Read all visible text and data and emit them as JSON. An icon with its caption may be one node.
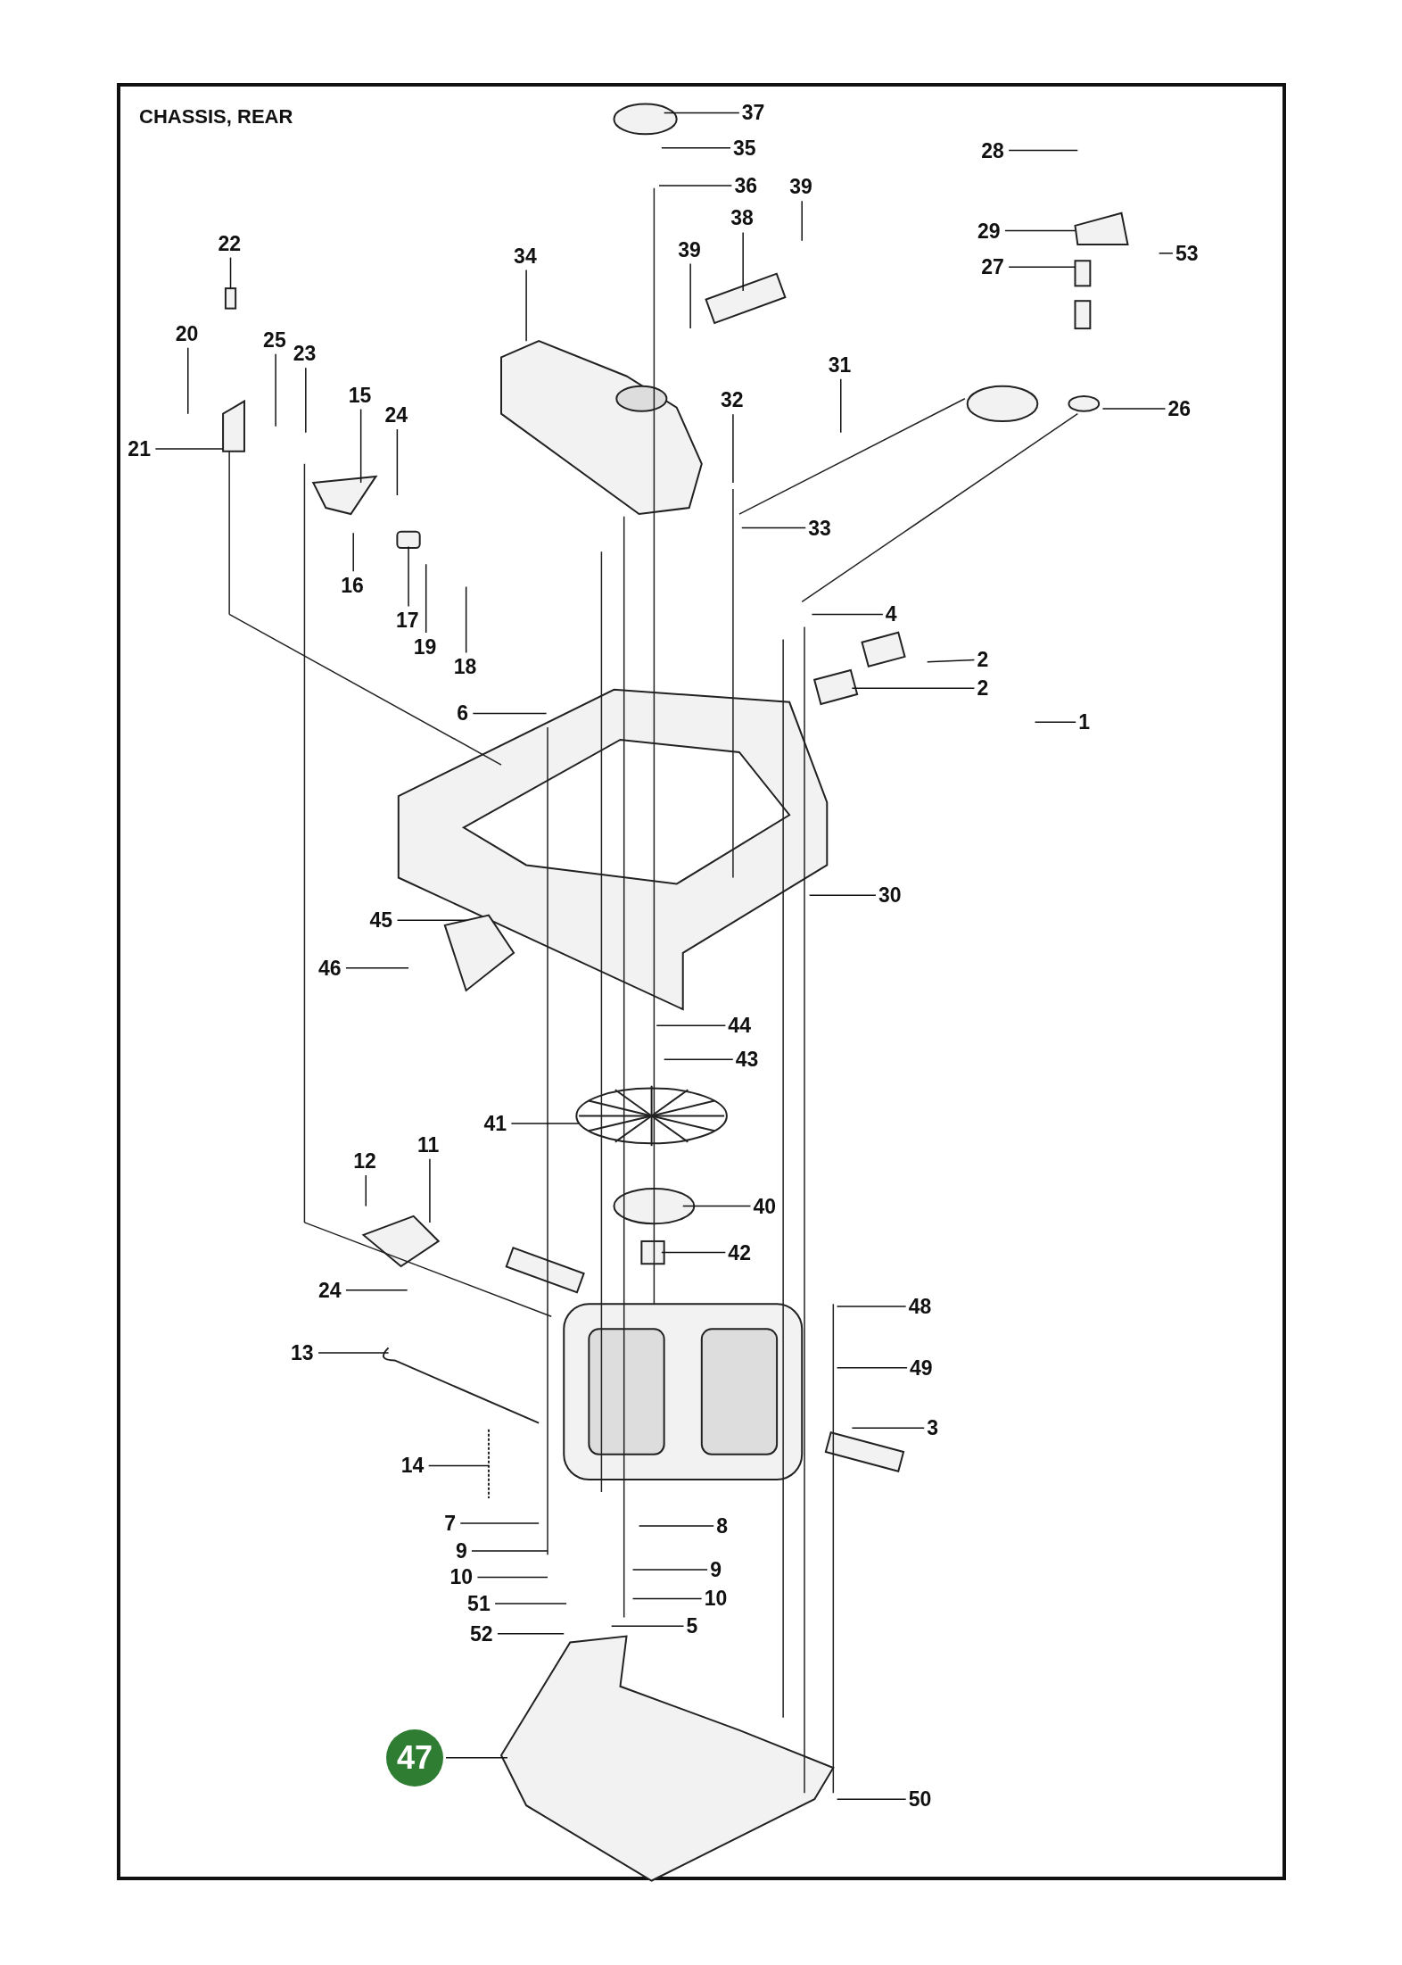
{
  "diagram": {
    "title": "CHASSIS, REAR",
    "nodes": [
      {
        "text": [
          "37"
        ]
      },
      {
        "text": [
          "35"
        ]
      },
      {
        "text": [
          "36"
        ]
      },
      {
        "text": [
          "39"
        ]
      },
      {
        "text": [
          "38"
        ]
      },
      {
        "text": [
          "39"
        ]
      },
      {
        "text": [
          "34"
        ]
      },
      {
        "text": [
          "28"
        ]
      },
      {
        "text": [
          "29"
        ]
      },
      {
        "text": [
          "53"
        ]
      },
      {
        "text": [
          "27"
        ]
      },
      {
        "text": [
          "22"
        ]
      },
      {
        "text": [
          "20"
        ]
      },
      {
        "text": [
          "25"
        ]
      },
      {
        "text": [
          "23"
        ]
      },
      {
        "text": [
          "15"
        ]
      },
      {
        "text": [
          "24"
        ]
      },
      {
        "text": [
          "21"
        ]
      },
      {
        "text": [
          "31"
        ]
      },
      {
        "text": [
          "32"
        ]
      },
      {
        "text": [
          "26"
        ]
      },
      {
        "text": [
          "33"
        ]
      },
      {
        "text": [
          "16"
        ]
      },
      {
        "text": [
          "17"
        ]
      },
      {
        "text": [
          "19"
        ]
      },
      {
        "text": [
          "18"
        ]
      },
      {
        "text": [
          "4"
        ]
      },
      {
        "text": [
          "2"
        ]
      },
      {
        "text": [
          "2"
        ]
      },
      {
        "text": [
          "1"
        ]
      },
      {
        "text": [
          "6"
        ]
      },
      {
        "text": [
          "30"
        ]
      },
      {
        "text": [
          "45"
        ]
      },
      {
        "text": [
          "46"
        ]
      },
      {
        "text": [
          "44"
        ]
      },
      {
        "text": [
          "43"
        ]
      },
      {
        "text": [
          "41"
        ]
      },
      {
        "text": [
          "40"
        ]
      },
      {
        "text": [
          "11"
        ]
      },
      {
        "text": [
          "12"
        ]
      },
      {
        "text": [
          "42"
        ]
      },
      {
        "text": [
          "24"
        ]
      },
      {
        "text": [
          "48"
        ]
      },
      {
        "text": [
          "49"
        ]
      },
      {
        "text": [
          "3"
        ]
      },
      {
        "text": [
          "13"
        ]
      },
      {
        "text": [
          "14"
        ]
      },
      {
        "text": [
          "7"
        ]
      },
      {
        "text": [
          "8"
        ]
      },
      {
        "text": [
          "9"
        ]
      },
      {
        "text": [
          "9"
        ]
      },
      {
        "text": [
          "10"
        ]
      },
      {
        "text": [
          "10"
        ]
      },
      {
        "text": [
          "51"
        ]
      },
      {
        "text": [
          "5"
        ]
      },
      {
        "text": [
          "52"
        ]
      },
      {
        "text": [
          "47"
        ]
      },
      {
        "text": [
          "50"
        ]
      }
    ],
    "edges": [
      {
        "from": 0,
        "to": null,
        "arrow": "none"
      },
      {
        "from": 1,
        "to": null,
        "arrow": "none"
      },
      {
        "from": 2,
        "to": null,
        "arrow": "none"
      },
      {
        "from": 3,
        "to": null,
        "arrow": "none"
      },
      {
        "from": 4,
        "to": null,
        "arrow": "none"
      },
      {
        "from": 5,
        "to": null,
        "arrow": "none"
      },
      {
        "from": 6,
        "to": null,
        "arrow": "none"
      },
      {
        "from": 7,
        "to": null,
        "arrow": "none"
      },
      {
        "from": 8,
        "to": null,
        "arrow": "none"
      },
      {
        "from": 9,
        "to": null,
        "arrow": "none"
      },
      {
        "from": 10,
        "to": null,
        "arrow": "none"
      },
      {
        "from": 11,
        "to": null,
        "arrow": "none"
      },
      {
        "from": 12,
        "to": null,
        "arrow": "none"
      },
      {
        "from": 13,
        "to": null,
        "arrow": "none"
      },
      {
        "from": 14,
        "to": null,
        "arrow": "none"
      },
      {
        "from": 15,
        "to": null,
        "arrow": "none"
      },
      {
        "from": 16,
        "to": null,
        "arrow": "none"
      },
      {
        "from": 17,
        "to": null,
        "arrow": "none"
      },
      {
        "from": 18,
        "to": null,
        "arrow": "none"
      },
      {
        "from": 19,
        "to": null,
        "arrow": "none"
      },
      {
        "from": 20,
        "to": null,
        "arrow": "none"
      },
      {
        "from": 21,
        "to": null,
        "arrow": "none"
      },
      {
        "from": 22,
        "to": null,
        "arrow": "none"
      },
      {
        "from": 23,
        "to": null,
        "arrow": "none"
      },
      {
        "from": 24,
        "to": null,
        "arrow": "none"
      },
      {
        "from": 25,
        "to": null,
        "arrow": "none"
      },
      {
        "from": 26,
        "to": null,
        "arrow": "none"
      },
      {
        "from": 27,
        "to": null,
        "arrow": "none"
      },
      {
        "from": 28,
        "to": null,
        "arrow": "none"
      },
      {
        "from": 29,
        "to": null,
        "arrow": "none"
      },
      {
        "from": 30,
        "to": null,
        "arrow": "none"
      },
      {
        "from": 31,
        "to": null,
        "arrow": "none"
      },
      {
        "from": 32,
        "to": null,
        "arrow": "none"
      },
      {
        "from": 33,
        "to": null,
        "arrow": "none"
      },
      {
        "from": 34,
        "to": null,
        "arrow": "none"
      },
      {
        "from": 35,
        "to": null,
        "arrow": "none"
      },
      {
        "from": 36,
        "to": null,
        "arrow": "none"
      },
      {
        "from": 37,
        "to": null,
        "arrow": "none"
      },
      {
        "from": 38,
        "to": null,
        "arrow": "none"
      },
      {
        "from": 39,
        "to": null,
        "arrow": "none"
      },
      {
        "from": 40,
        "to": null,
        "arrow": "none"
      },
      {
        "from": 41,
        "to": null,
        "arrow": "none"
      },
      {
        "from": 42,
        "to": null,
        "arrow": "none"
      },
      {
        "from": 43,
        "to": null,
        "arrow": "none"
      },
      {
        "from": 44,
        "to": null,
        "arrow": "none"
      },
      {
        "from": 45,
        "to": null,
        "arrow": "none"
      },
      {
        "from": 46,
        "to": null,
        "arrow": "none"
      },
      {
        "from": 47,
        "to": null,
        "arrow": "none"
      },
      {
        "from": 48,
        "to": null,
        "arrow": "none"
      },
      {
        "from": 49,
        "to": null,
        "arrow": "none"
      },
      {
        "from": 50,
        "to": null,
        "arrow": "none"
      },
      {
        "from": 51,
        "to": null,
        "arrow": "none"
      },
      {
        "from": 52,
        "to": null,
        "arrow": "none"
      },
      {
        "from": 53,
        "to": null,
        "arrow": "none"
      },
      {
        "from": 54,
        "to": null,
        "arrow": "none"
      },
      {
        "from": 55,
        "to": null,
        "arrow": "none"
      },
      {
        "from": 56,
        "to": null,
        "arrow": "none"
      },
      {
        "from": 57,
        "to": null,
        "arrow": "none"
      }
    ]
  }
}
